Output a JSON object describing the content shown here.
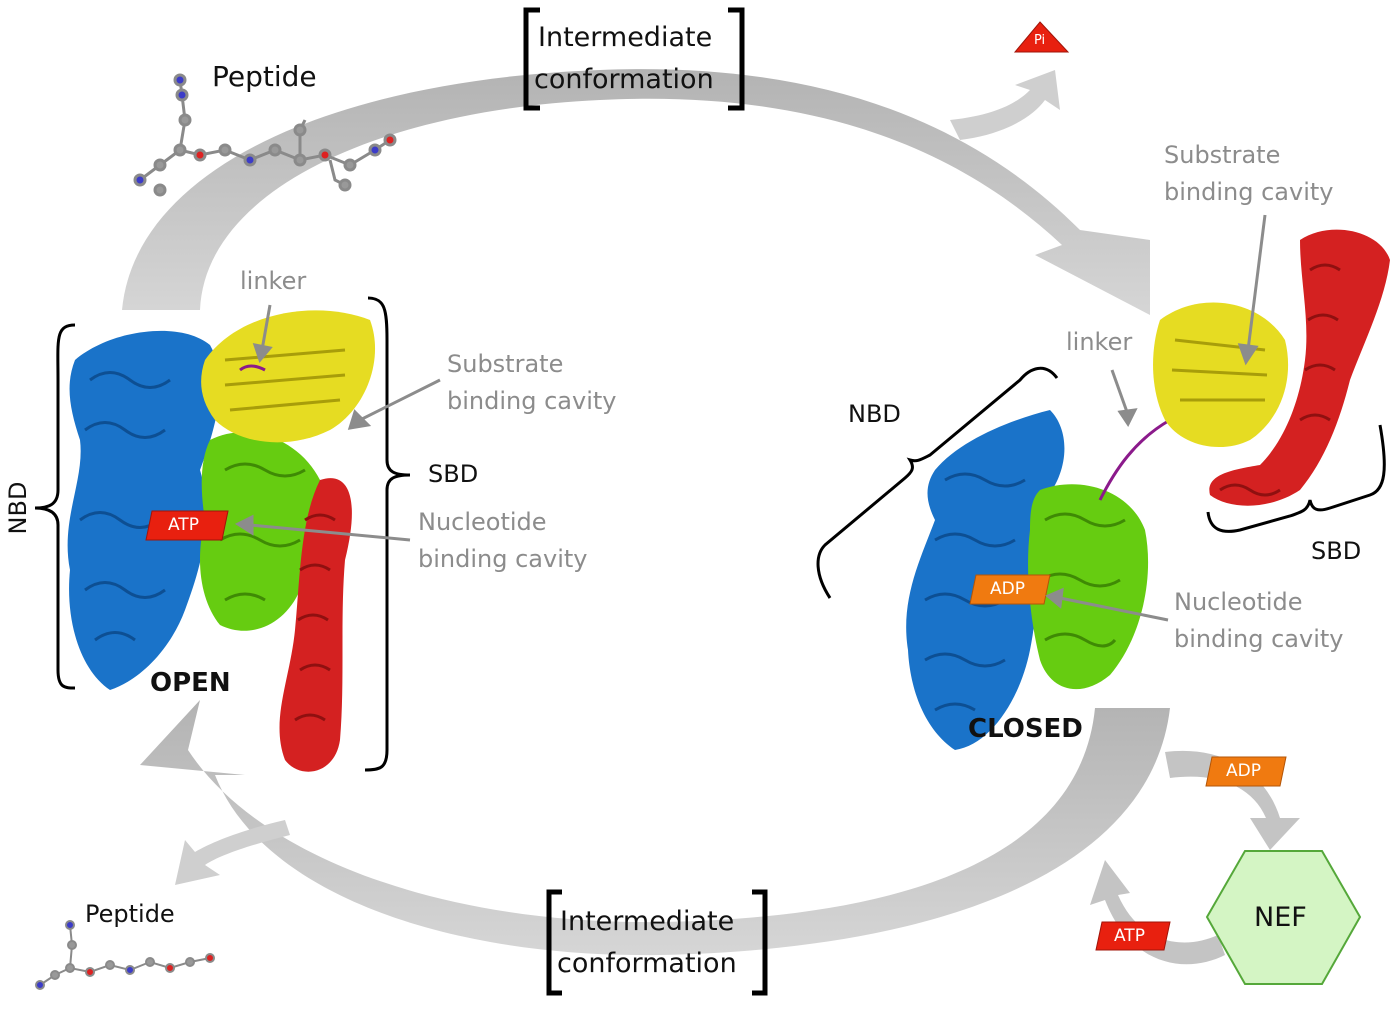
{
  "labels": {
    "peptide_top": "Peptide",
    "peptide_bottom": "Peptide",
    "intermediate_top_line1": "Intermediate",
    "intermediate_top_line2": "conformation",
    "intermediate_bottom_line1": "Intermediate",
    "intermediate_bottom_line2": "conformation",
    "pi": "Pi",
    "open": "OPEN",
    "closed": "CLOSED",
    "nbd_open": "NBD",
    "sbd_open": "SBD",
    "nbd_closed": "NBD",
    "sbd_closed": "SBD",
    "linker_open": "linker",
    "linker_closed": "linker",
    "substrate_open_line1": "Substrate",
    "substrate_open_line2": "binding cavity",
    "substrate_closed_line1": "Substrate",
    "substrate_closed_line2": "binding cavity",
    "nucleotide_open_line1": "Nucleotide",
    "nucleotide_open_line2": "binding cavity",
    "nucleotide_closed_line1": "Nucleotide",
    "nucleotide_closed_line2": "binding cavity",
    "atp_open": "ATP",
    "adp_closed": "ADP",
    "adp_cycle": "ADP",
    "atp_cycle": "ATP",
    "nef": "NEF"
  },
  "colors": {
    "nbd_blue": "#1a73c9",
    "nbd_green": "#66cc11",
    "sbd_yellow": "#e6dc22",
    "sbd_red": "#d42121",
    "linker_purple": "#8b1a8b",
    "atp_red": "#e8200f",
    "adp_orange": "#f07a10",
    "nef_green": "#d4f5c4",
    "arrow_grey": "#c4c4c4",
    "label_grey": "#8c8c8c"
  }
}
